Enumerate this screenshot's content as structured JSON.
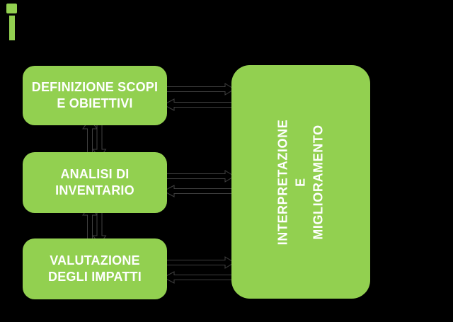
{
  "colors": {
    "background": "#000000",
    "box_green": "#92D050",
    "box_text": "#FFFFFF",
    "arrow_black": "#000000"
  },
  "boxes": {
    "definizione": {
      "line1": "DEFINIZIONE SCOPI",
      "line2": "E OBIETTIVI"
    },
    "analisi": {
      "line1": "ANALISI DI",
      "line2": "INVENTARIO"
    },
    "valutazione": {
      "line1": "VALUTAZIONE",
      "line2": "DEGLI IMPATTI"
    },
    "interpretazione": {
      "line1": "INTERPRETAZIONE",
      "line2": "E",
      "line3": "MIGLIORAMENTO"
    }
  },
  "connections": [
    "definizione <-> analisi (double vertical arrows)",
    "analisi <-> valutazione (double vertical arrows)",
    "definizione <-> interpretazione (paired horizontal arrows)",
    "analisi <-> interpretazione (paired horizontal arrows)",
    "valutazione <-> interpretazione (paired horizontal arrows)"
  ]
}
